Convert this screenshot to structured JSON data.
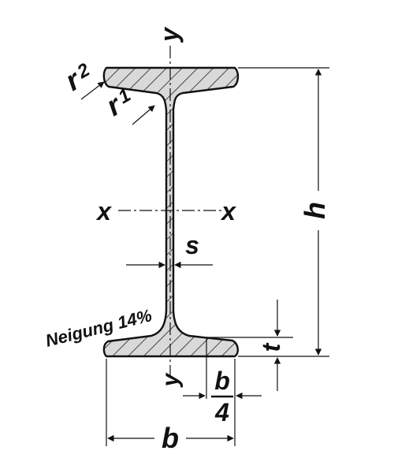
{
  "labels": {
    "y_top": "y",
    "y_bottom": "y",
    "x_left": "x",
    "x_right": "x",
    "r2_main": "r",
    "r2_sub": "2",
    "r1_main": "r",
    "r1_sub": "1",
    "s": "s",
    "h": "h",
    "t": "t",
    "b": "b",
    "b4_num": "b",
    "b4_den": "4",
    "slope": "Neigung 14%"
  }
}
